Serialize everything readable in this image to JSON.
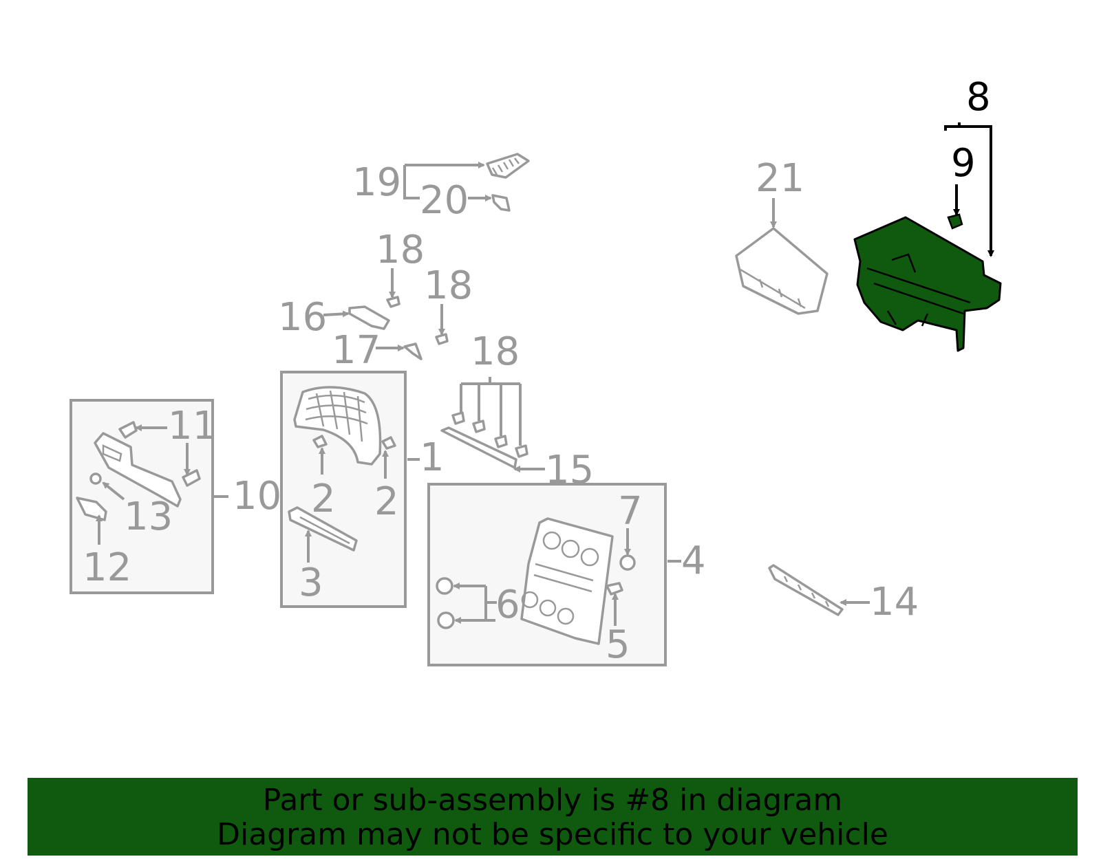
{
  "callouts": {
    "c1": "1",
    "c2a": "2",
    "c2b": "2",
    "c3": "3",
    "c4": "4",
    "c5": "5",
    "c6": "6",
    "c7": "7",
    "c8": "8",
    "c9": "9",
    "c10": "10",
    "c11": "11",
    "c12": "12",
    "c13": "13",
    "c14": "14",
    "c15": "15",
    "c16": "16",
    "c17": "17",
    "c18a": "18",
    "c18b": "18",
    "c18c": "18",
    "c19": "19",
    "c20": "20",
    "c21": "21"
  },
  "highlight_color": "#0f5a0f",
  "callout_color": "#999999",
  "banner": {
    "line1": "Part or sub-assembly is #8 in diagram",
    "line2": "Diagram may not be specific to your vehicle"
  }
}
